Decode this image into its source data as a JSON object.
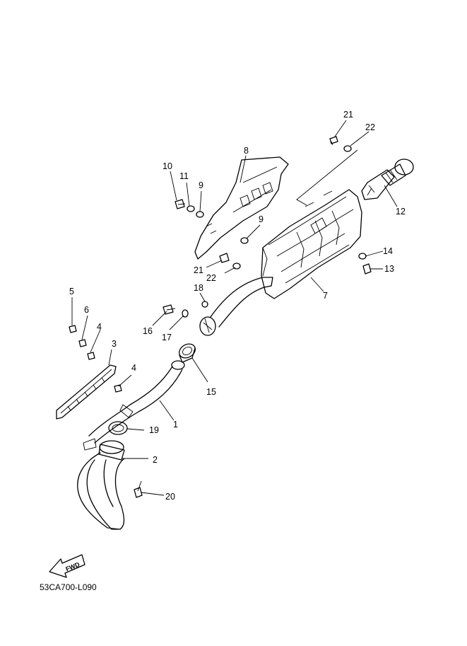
{
  "diagram_code": "53CA700-L090",
  "fwd_label": "FWD",
  "callouts": [
    {
      "id": "c21a",
      "label": "21"
    },
    {
      "id": "c22a",
      "label": "22"
    },
    {
      "id": "c8",
      "label": "8"
    },
    {
      "id": "c10",
      "label": "10"
    },
    {
      "id": "c11",
      "label": "11"
    },
    {
      "id": "c9a",
      "label": "9"
    },
    {
      "id": "c9b",
      "label": "9"
    },
    {
      "id": "c12",
      "label": "12"
    },
    {
      "id": "c14",
      "label": "14"
    },
    {
      "id": "c13",
      "label": "13"
    },
    {
      "id": "c21b",
      "label": "21"
    },
    {
      "id": "c22b",
      "label": "22"
    },
    {
      "id": "c7",
      "label": "7"
    },
    {
      "id": "c18",
      "label": "18"
    },
    {
      "id": "c5",
      "label": "5"
    },
    {
      "id": "c6",
      "label": "6"
    },
    {
      "id": "c16",
      "label": "16"
    },
    {
      "id": "c17",
      "label": "17"
    },
    {
      "id": "c4a",
      "label": "4"
    },
    {
      "id": "c3",
      "label": "3"
    },
    {
      "id": "c4b",
      "label": "4"
    },
    {
      "id": "c15",
      "label": "15"
    },
    {
      "id": "c1",
      "label": "1"
    },
    {
      "id": "c19",
      "label": "19"
    },
    {
      "id": "c2",
      "label": "2"
    },
    {
      "id": "c20",
      "label": "20"
    }
  ]
}
